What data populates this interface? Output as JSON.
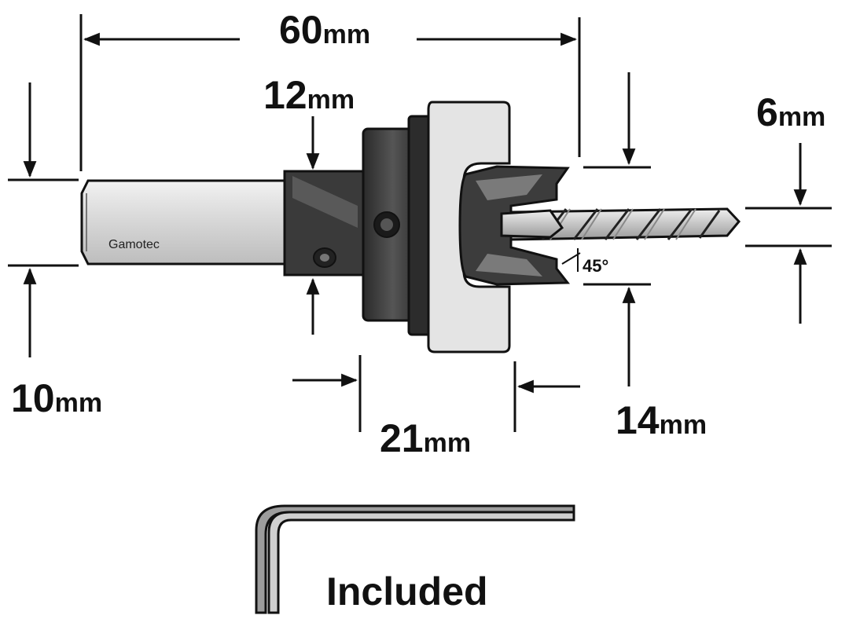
{
  "dimensions": {
    "overall_length": {
      "value": "60",
      "unit": "mm"
    },
    "stop_collar_diameter": {
      "value": "12",
      "unit": "mm"
    },
    "shank_diameter": {
      "value": "10",
      "unit": "mm"
    },
    "cutter_length": {
      "value": "21",
      "unit": "mm"
    },
    "cutter_diameter": {
      "value": "14",
      "unit": "mm"
    },
    "drill_diameter": {
      "value": "6",
      "unit": "mm"
    }
  },
  "angle_label": "45°",
  "shank_brand": "Gamotec",
  "wrench_label": "Included",
  "colors": {
    "ink": "#111111",
    "body_dark": "#3a3a3a",
    "steel_light": "#d8d8d8",
    "drill_grey": "#c8c8c8"
  }
}
